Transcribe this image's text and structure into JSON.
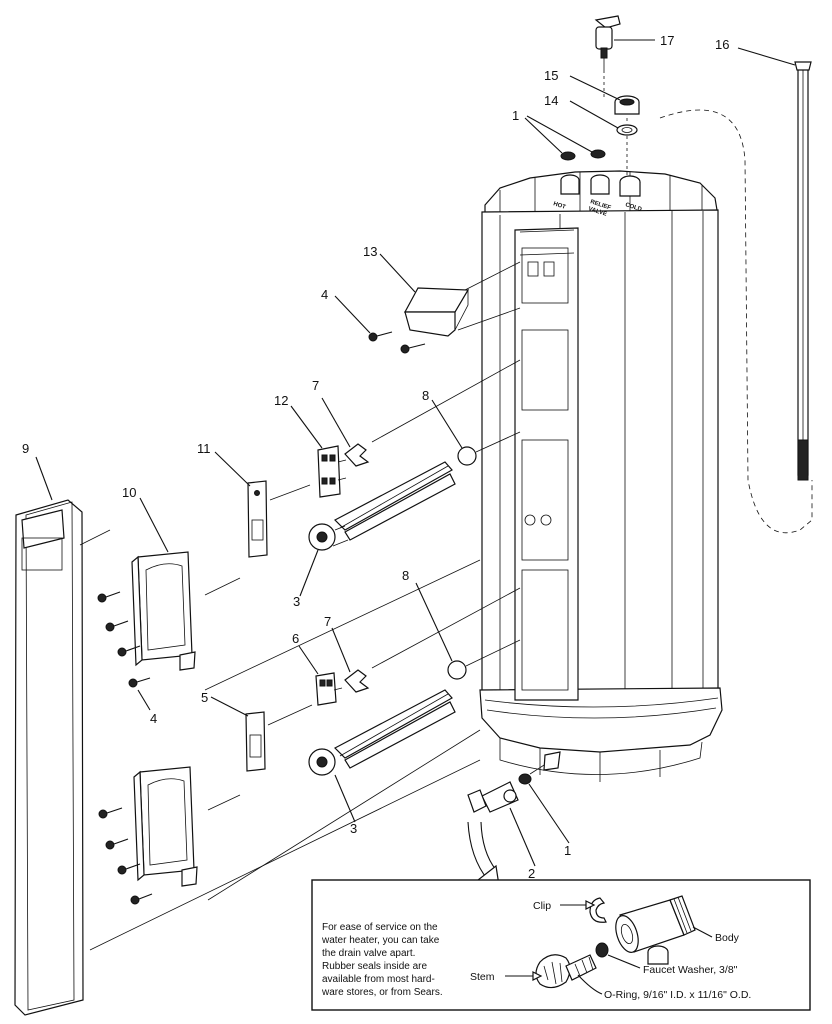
{
  "callouts": {
    "c17": "17",
    "c16": "16",
    "c15": "15",
    "c14": "14",
    "c1_top": "1",
    "c13": "13",
    "c4_top": "4",
    "c7_upper": "7",
    "c12": "12",
    "c8_upper": "8",
    "c11": "11",
    "c9": "9",
    "c10": "10",
    "c3_upper": "3",
    "c4_lower": "4",
    "c6": "6",
    "c7_lower": "7",
    "c8_lower": "8",
    "c5": "5",
    "c3_lower": "3",
    "c2": "2",
    "c1_lower": "1"
  },
  "tank_labels": {
    "hot": "HOT",
    "relief_line1": "RELIEF",
    "relief_line2": "VALVE",
    "cold": "COLD"
  },
  "inset": {
    "note_lines": [
      "For ease of service on the",
      "water heater, you can take",
      "the drain valve apart.",
      "Rubber seals inside are",
      "available from most hard-",
      "ware stores, or from Sears."
    ],
    "labels": {
      "clip": "Clip",
      "body": "Body",
      "stem": "Stem",
      "faucet_washer": "Faucet Washer, 3/8\"",
      "o_ring": "O-Ring, 9/16\" I.D. x 11/16\" O.D."
    }
  }
}
